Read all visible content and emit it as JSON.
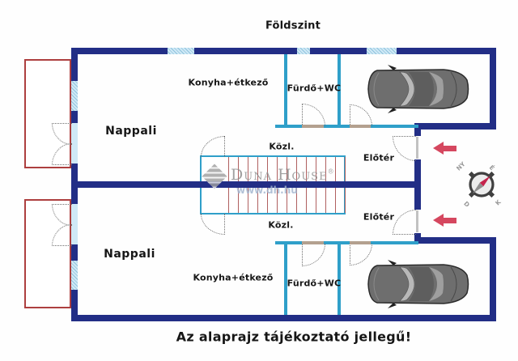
{
  "title": "Földszint",
  "disclaimer": "Az alaprajz tájékoztató jellegű!",
  "watermark": {
    "brand": "Duna House",
    "registered": "®",
    "url": "www.dh.hu"
  },
  "compass": {
    "nw": "NY",
    "ne": "É",
    "sw": "D",
    "se": "K"
  },
  "rooms": {
    "unit_top": {
      "living": "Nappali",
      "kitchen_dining": "Konyha+étkező",
      "bathroom_wc": "Fürdő+WC",
      "hallway": "Közl.",
      "foyer": "Előtér"
    },
    "unit_bottom": {
      "living": "Nappali",
      "kitchen_dining": "Konyha+étkező",
      "bathroom_wc": "Fürdő+WC",
      "hallway": "Közl.",
      "foyer": "Előtér"
    }
  },
  "colors": {
    "exterior_wall": "#222e86",
    "partition_wall": "#2f9fc9",
    "window_fill": "#cfe9f6",
    "terrace_border": "#ad3f3f",
    "stair_tread": "#b06060",
    "entry_arrow": "#d5475f"
  }
}
